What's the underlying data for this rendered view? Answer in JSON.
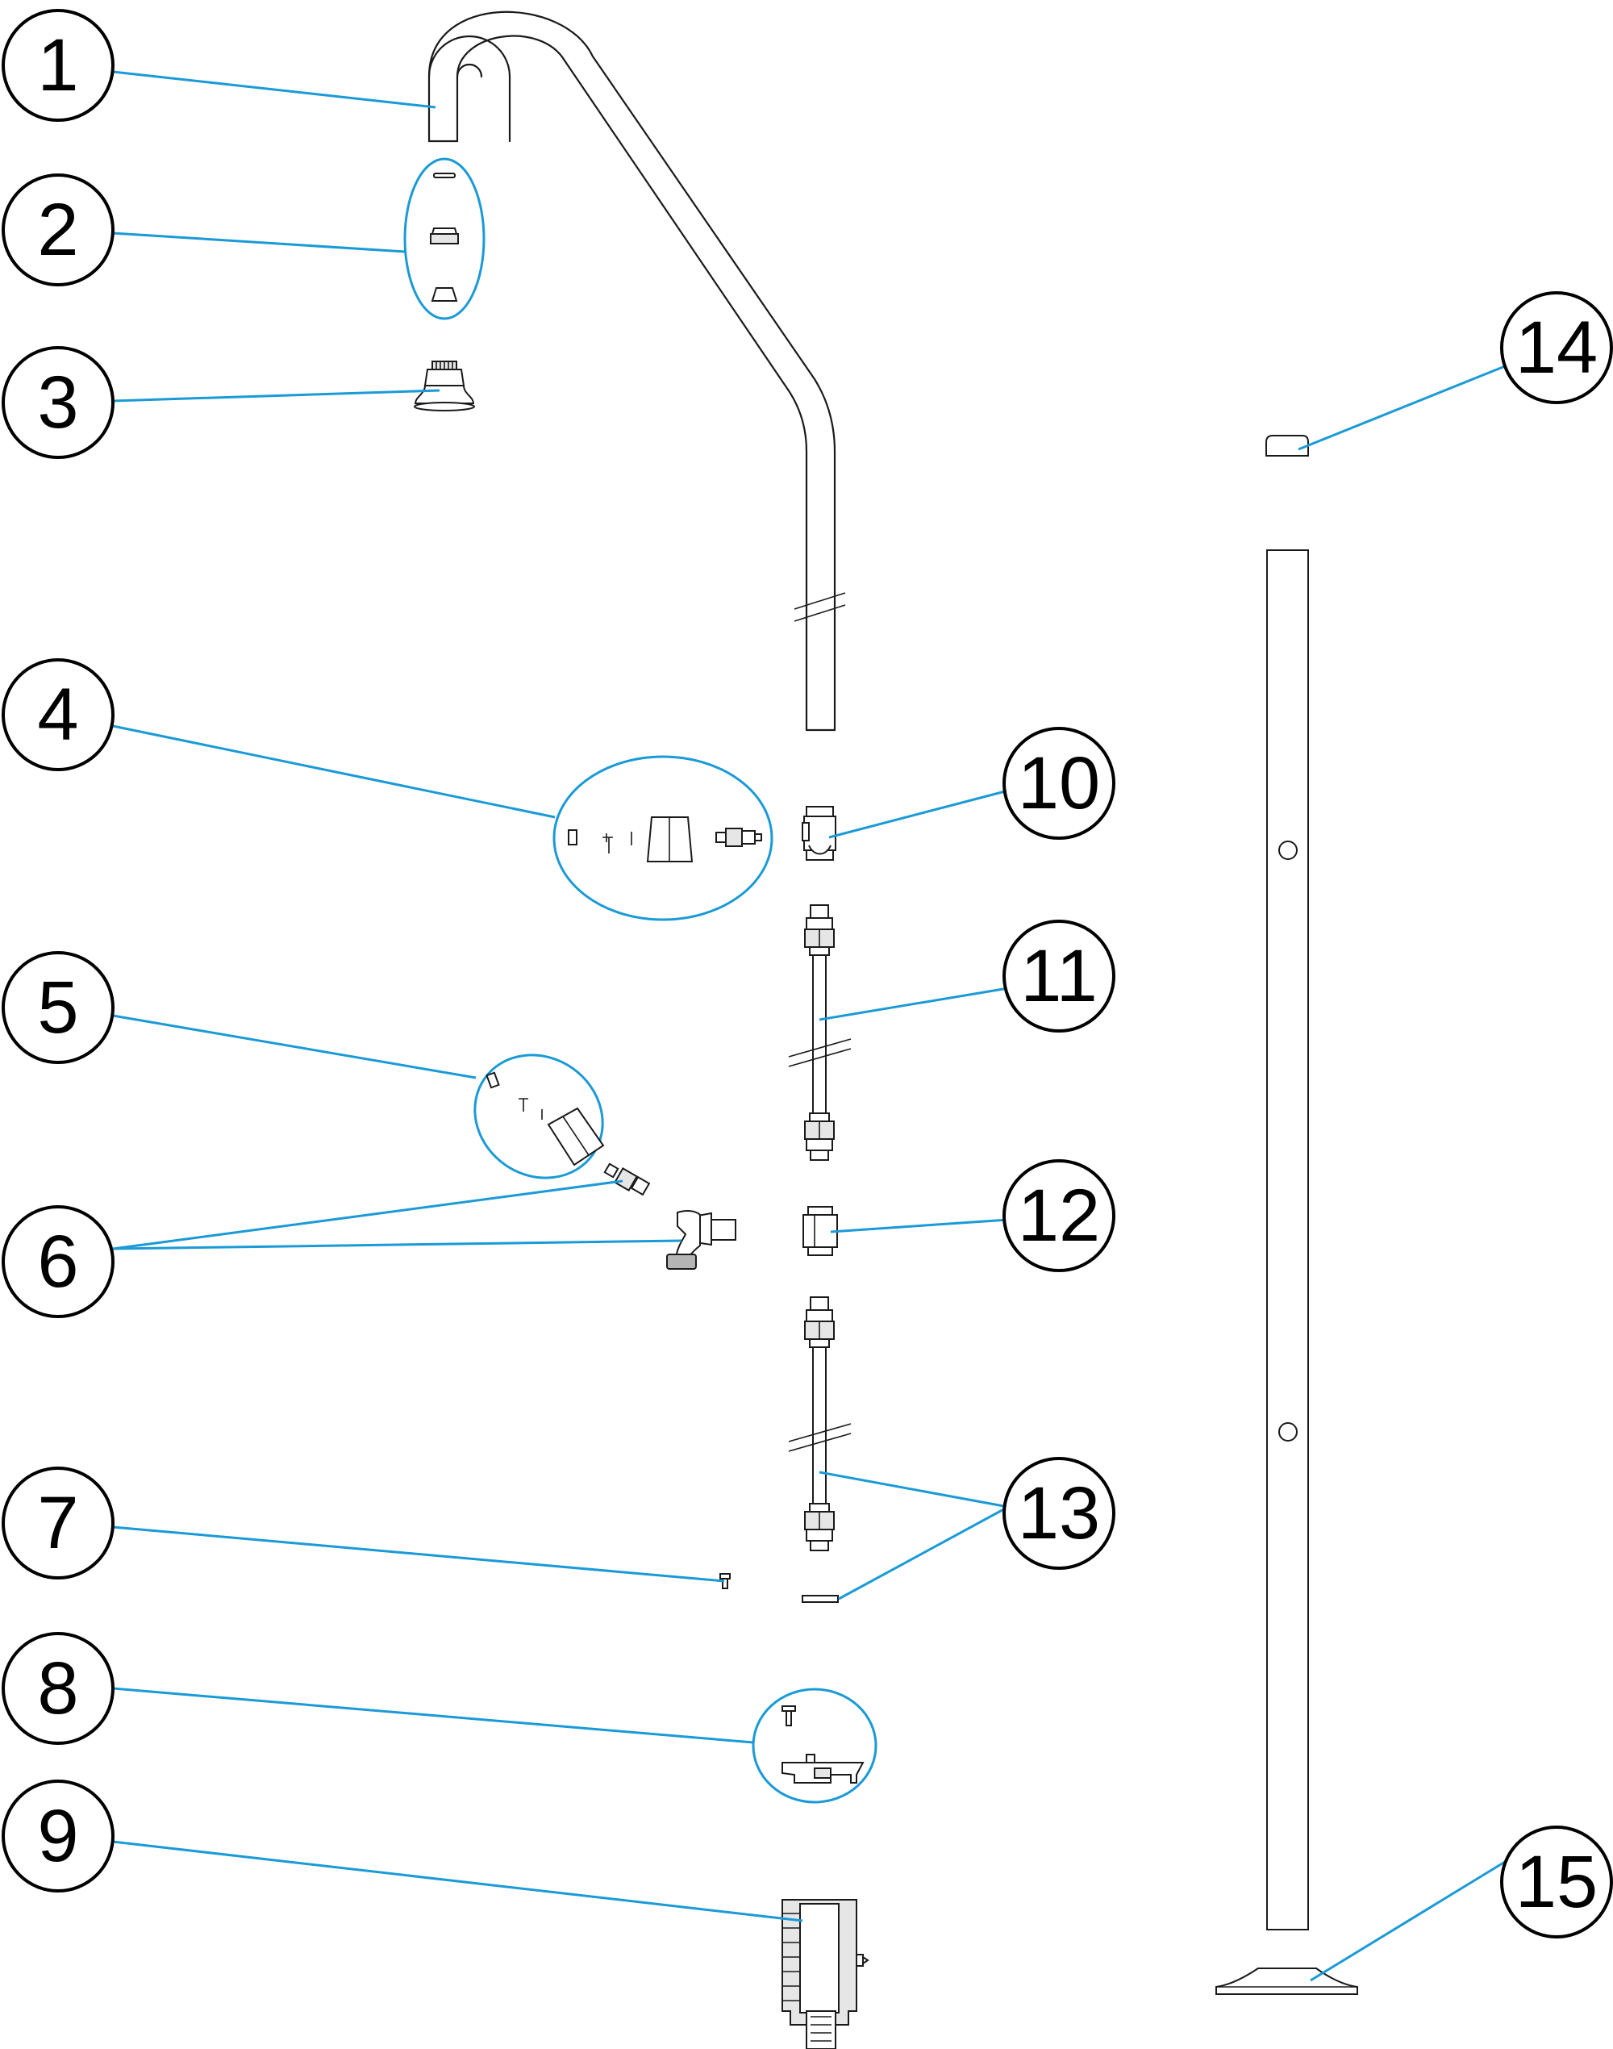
{
  "callouts": [
    {
      "id": "1",
      "label": "1"
    },
    {
      "id": "2",
      "label": "2"
    },
    {
      "id": "3",
      "label": "3"
    },
    {
      "id": "4",
      "label": "4"
    },
    {
      "id": "5",
      "label": "5"
    },
    {
      "id": "6",
      "label": "6"
    },
    {
      "id": "7",
      "label": "7"
    },
    {
      "id": "8",
      "label": "8"
    },
    {
      "id": "9",
      "label": "9"
    },
    {
      "id": "10",
      "label": "10"
    },
    {
      "id": "11",
      "label": "11"
    },
    {
      "id": "12",
      "label": "12"
    },
    {
      "id": "13",
      "label": "13"
    },
    {
      "id": "14",
      "label": "14"
    },
    {
      "id": "15",
      "label": "15"
    }
  ],
  "colors": {
    "leader": "#1a9ad6",
    "outline": "#1a1a1a",
    "callout_border": "#000000",
    "background": "#ffffff"
  }
}
